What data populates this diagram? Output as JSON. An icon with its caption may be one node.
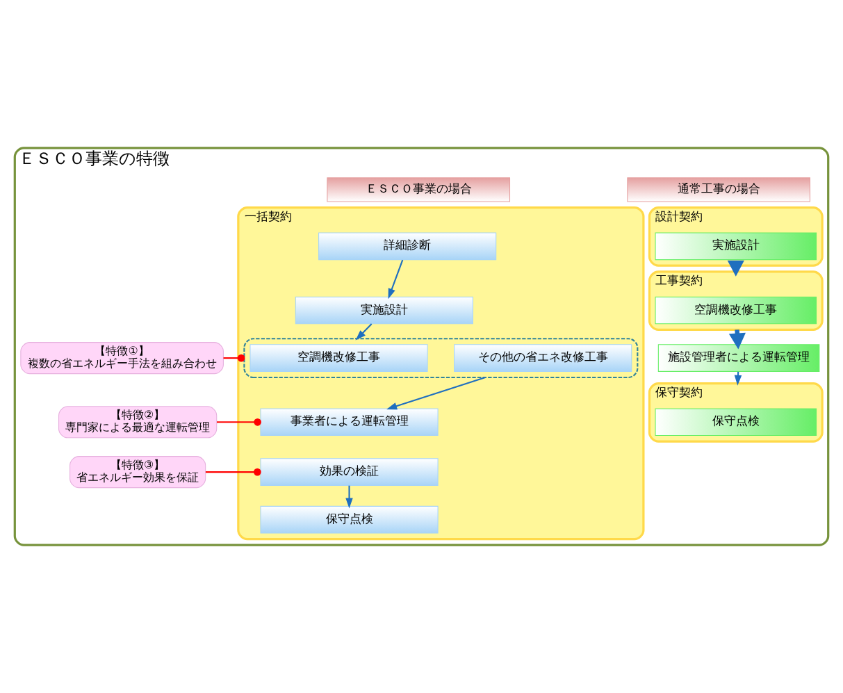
{
  "diagram": {
    "nodes": [
      {
        "text": [
          "ＥＳＣＯ事業の特徴"
        ]
      },
      {
        "text": [
          "ＥＳＣＯ事業の場合"
        ],
        "in": 0
      },
      {
        "text": [
          "通常工事の場合"
        ],
        "in": 0
      },
      {
        "text": [
          "一括契約"
        ],
        "in": 0
      },
      {
        "text": [
          "詳細診断"
        ],
        "in": 3
      },
      {
        "text": [
          "実施設計"
        ],
        "in": 3
      },
      {
        "text": [],
        "shape": "box",
        "in": 3
      },
      {
        "text": [
          "空調機改修工事"
        ],
        "in": 6
      },
      {
        "text": [
          "その他の省エネ改修工事"
        ],
        "in": 6
      },
      {
        "text": [
          "事業者による運転管理"
        ],
        "in": 3
      },
      {
        "text": [
          "効果の検証"
        ],
        "in": 3
      },
      {
        "text": [
          "保守点検"
        ],
        "in": 3
      },
      {
        "text": [
          "【特徴①】",
          "複数の省エネルギー手法を組み合わせ"
        ],
        "in": 0
      },
      {
        "text": [
          "【特徴②】",
          "専門家による最適な運転管理"
        ],
        "in": 0
      },
      {
        "text": [
          "【特徴③】",
          "省エネルギー効果を保証"
        ],
        "in": 0
      },
      {
        "text": [
          "設計契約"
        ],
        "in": 0
      },
      {
        "text": [
          "実施設計"
        ],
        "in": 15
      },
      {
        "text": [
          "工事契約"
        ],
        "in": 0
      },
      {
        "text": [
          "空調機改修工事"
        ],
        "in": 17
      },
      {
        "text": [
          "施設管理者による運転管理"
        ],
        "in": 0
      },
      {
        "text": [
          "保守契約"
        ],
        "in": 0
      },
      {
        "text": [
          "保守点検"
        ],
        "in": 20
      }
    ],
    "edges": [
      {
        "from": 4,
        "to": 5,
        "arrow": "to"
      },
      {
        "from": 5,
        "to": 6,
        "arrow": "to"
      },
      {
        "from": 6,
        "to": 9,
        "arrow": "to"
      },
      {
        "from": 10,
        "to": 11,
        "arrow": "to"
      },
      {
        "from": 15,
        "to": 17,
        "arrow": "to",
        "style": "thick"
      },
      {
        "from": 17,
        "to": 19,
        "arrow": "to",
        "style": "thick"
      },
      {
        "from": 19,
        "to": 20,
        "arrow": "to"
      },
      {
        "from": 12,
        "to": 6,
        "arrow": "other",
        "color": "#ff0000"
      },
      {
        "from": 13,
        "to": 9,
        "arrow": "other",
        "color": "#ff0000"
      },
      {
        "from": 14,
        "to": 10,
        "arrow": "other",
        "color": "#ff0000"
      }
    ]
  }
}
